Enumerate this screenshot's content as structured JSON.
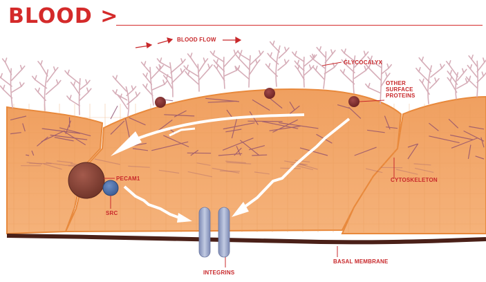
{
  "header": {
    "title": "BLOOD >"
  },
  "labels": {
    "blood_flow": "BLOOD FLOW",
    "glycocalyx": "GLYCOCALYX",
    "other_surface_proteins": "OTHER SURFACE PROTEINS",
    "pecam1": "PECAM1",
    "src": "SRC",
    "cytoskeleton": "CYTOSKELETON",
    "integrins": "INTEGRINS",
    "basal_membrane": "BASAL MEMBRANE"
  },
  "colors": {
    "accent_red": "#c8282b",
    "cell_fill": "#f2a664",
    "cell_border": "#e88a3e",
    "cytoskeleton": "#8a4a6e",
    "membrane": "#5a2a22",
    "pecam": "#8a4438",
    "src": "#4a6fa8",
    "integrin": "#9aa6c8",
    "glycocalyx": "#d9b3bd"
  }
}
